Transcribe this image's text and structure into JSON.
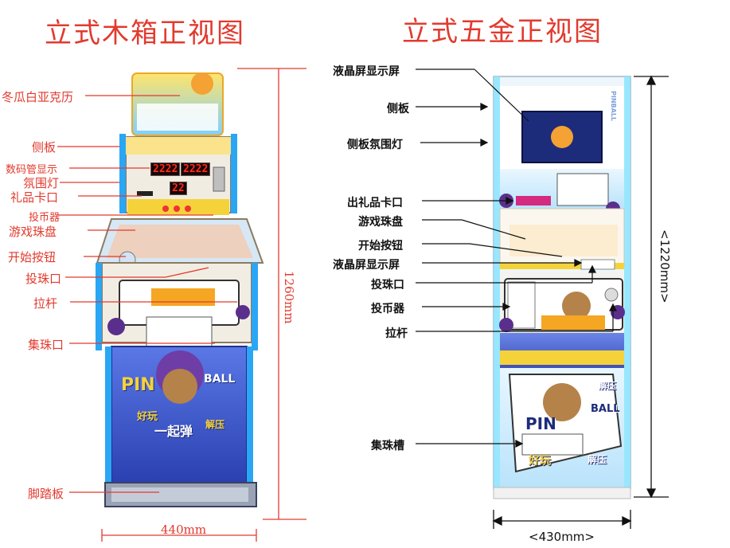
{
  "titles": {
    "wood": "立式木箱正视图",
    "metal": "立式五金正视图"
  },
  "wood_labels": [
    "冬瓜白亚克历",
    "侧板",
    "数码管显示",
    "氛围灯",
    "礼品卡口",
    "投币器",
    "游戏珠盘",
    "开始按钮",
    "投珠口",
    "拉杆",
    "集珠口",
    "脚踏板"
  ],
  "metal_labels": [
    "液晶屏显示屏",
    "侧板",
    "侧板氛围灯",
    "出礼品卡口",
    "游戏珠盘",
    "开始按钮",
    "液晶屏显示屏",
    "投珠口",
    "投币器",
    "拉杆",
    "集珠槽"
  ],
  "dimensions": {
    "wood_width": "440mm",
    "wood_height": "1260mm",
    "metal_width": "<430mm>",
    "metal_height": "<1220mm>"
  },
  "cabinet_text": {
    "digits_a": "2222",
    "digits_b": "2222",
    "digits_c": "22",
    "pin": "PIN",
    "ball": "BALL",
    "pinball_side": "PINBALL",
    "game_1": "好玩",
    "game_2": "一起弹",
    "game_3": "解压",
    "game_4": "好玩",
    "game_5": "解压",
    "game_6": "解压"
  },
  "colors": {
    "title_red": "#e23a2e",
    "glow_blue": "#2aa6f5",
    "cabinet_blue": "#3550c8",
    "accent_yellow": "#f5d23a"
  }
}
